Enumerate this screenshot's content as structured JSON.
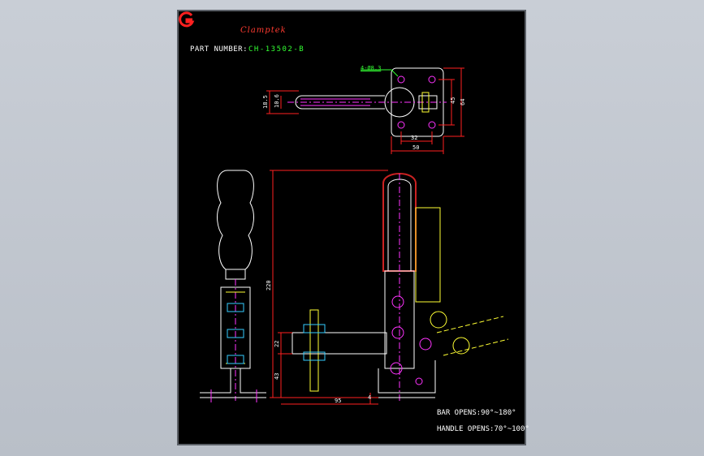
{
  "brand": {
    "name": "Clamptek"
  },
  "part_number": {
    "label": "PART NUMBER:",
    "value": "CH-13502-B"
  },
  "annotations": {
    "hole_note": "4-Ø8.3",
    "bar_opens": "BAR OPENS:90°~180°",
    "handle_opens": "HANDLE OPENS:70°~100°"
  },
  "dimensions": {
    "width_32": "32",
    "width_50": "50",
    "h_18_5": "18.5",
    "h_10_6": "10.6",
    "v_45": "45",
    "v_64": "64",
    "height_220": "220",
    "h_22": "22",
    "h_43": "43",
    "len_95": "95",
    "small_4": "4"
  },
  "colors": {
    "sheet_bg": "#000000",
    "outline": "#ffffff",
    "dimension": "#ff2020",
    "arm_yellow": "#ffff33",
    "hole_magenta": "#ff33ff",
    "grip_red": "#cc2222",
    "label_green": "#33ff33",
    "bolt_cyan": "#33ccff"
  }
}
